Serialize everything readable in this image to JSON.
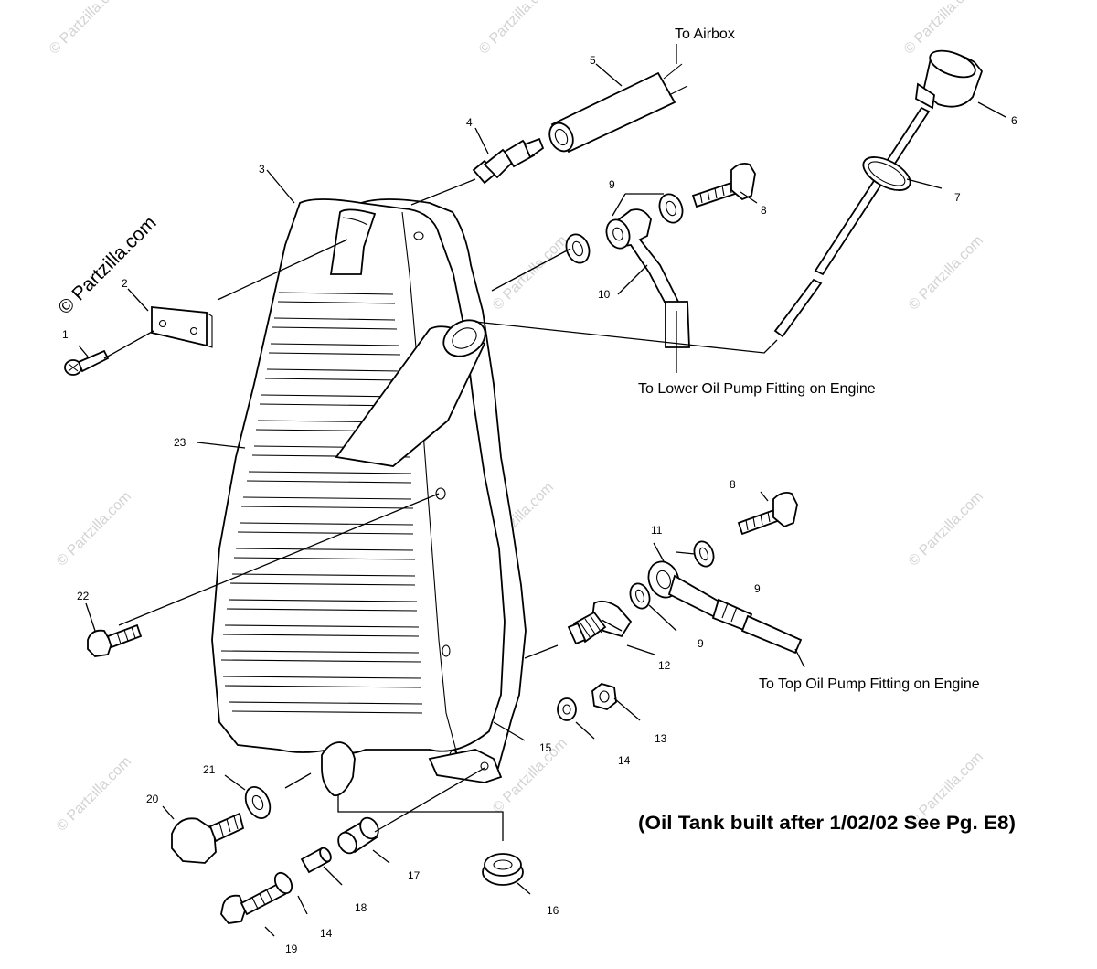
{
  "labels": {
    "l1": "1",
    "l2": "2",
    "l3": "3",
    "l4": "4",
    "l5": "5",
    "l6": "6",
    "l7": "7",
    "l8a": "8",
    "l8b": "8",
    "l9a": "9",
    "l9b": "9",
    "l9c": "9",
    "l10": "10",
    "l11": "11",
    "l12": "12",
    "l13": "13",
    "l14a": "14",
    "l14b": "14",
    "l15": "15",
    "l16": "16",
    "l17": "17",
    "l18": "18",
    "l19": "19",
    "l20": "20",
    "l21": "21",
    "l22": "22",
    "l23": "23"
  },
  "callouts": {
    "to_airbox": "To Airbox",
    "to_lower_pump": "To Lower Oil Pump Fitting on Engine",
    "to_top_pump": "To Top Oil Pump Fitting on Engine"
  },
  "note": "(Oil Tank built after 1/02/02 See Pg. E8)",
  "brand": "© Partzilla.com",
  "watermark": "© Partzilla.com"
}
